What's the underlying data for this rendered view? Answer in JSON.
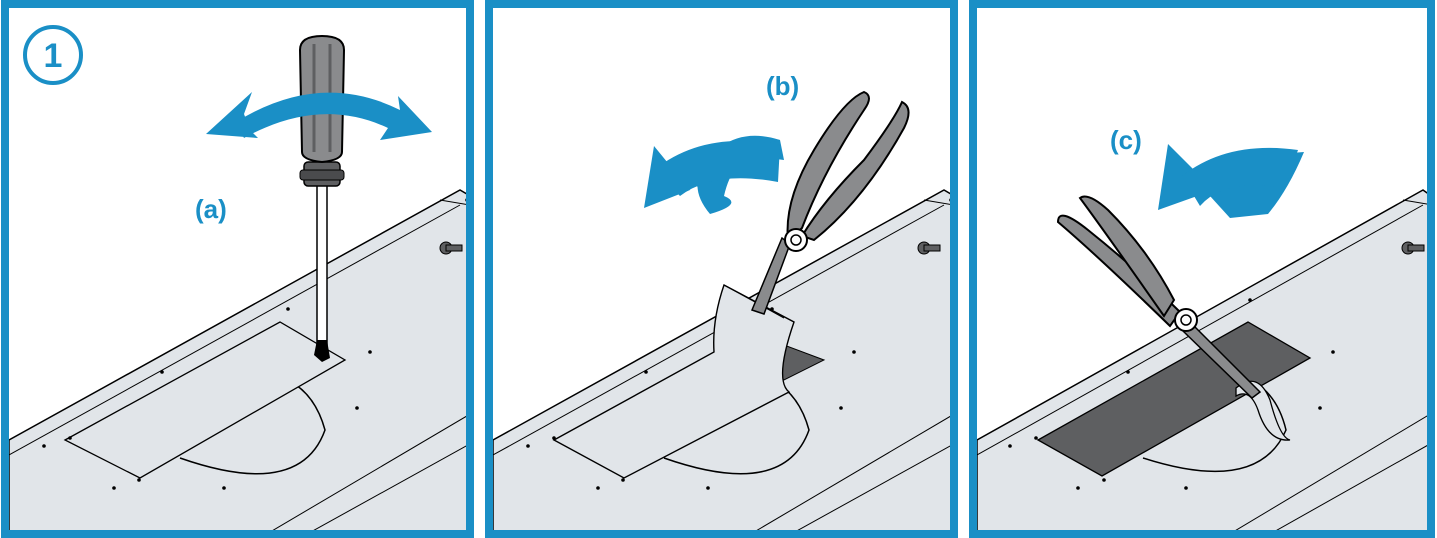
{
  "step_number": "1",
  "panels": [
    {
      "label": "(a)",
      "tool": "screwdriver"
    },
    {
      "label": "(b)",
      "tool": "needle-nose-pliers"
    },
    {
      "label": "(c)",
      "tool": "needle-nose-pliers"
    }
  ],
  "colors": {
    "frame": "#1a8fc6",
    "arrow": "#1a8fc6",
    "surface": "#e1e5e9",
    "knockout_dark": "#5e5f61",
    "tool_handle": "#8a8b8d",
    "outline": "#000000"
  },
  "icons": [
    "rotate-arrow-icon",
    "screwdriver-icon",
    "pliers-icon",
    "keyhole-icon"
  ]
}
